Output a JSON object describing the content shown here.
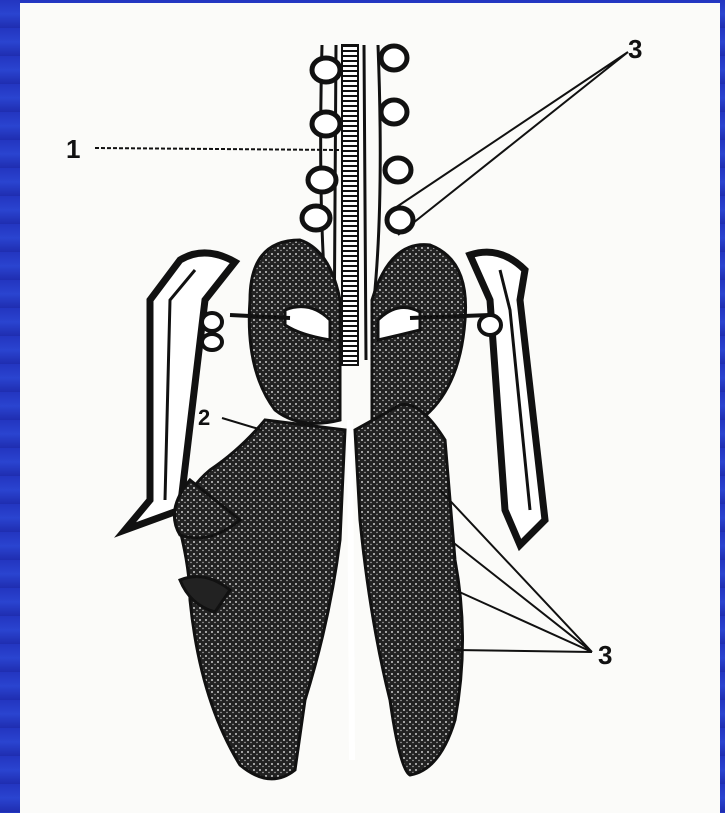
{
  "diagram": {
    "labels": {
      "label_1": "1",
      "label_2": "2",
      "label_3_top": "3",
      "label_3_bottom": "3"
    },
    "colors": {
      "background": "#1f2db0",
      "panel": "#fbfbf9",
      "ink": "#111111"
    }
  }
}
